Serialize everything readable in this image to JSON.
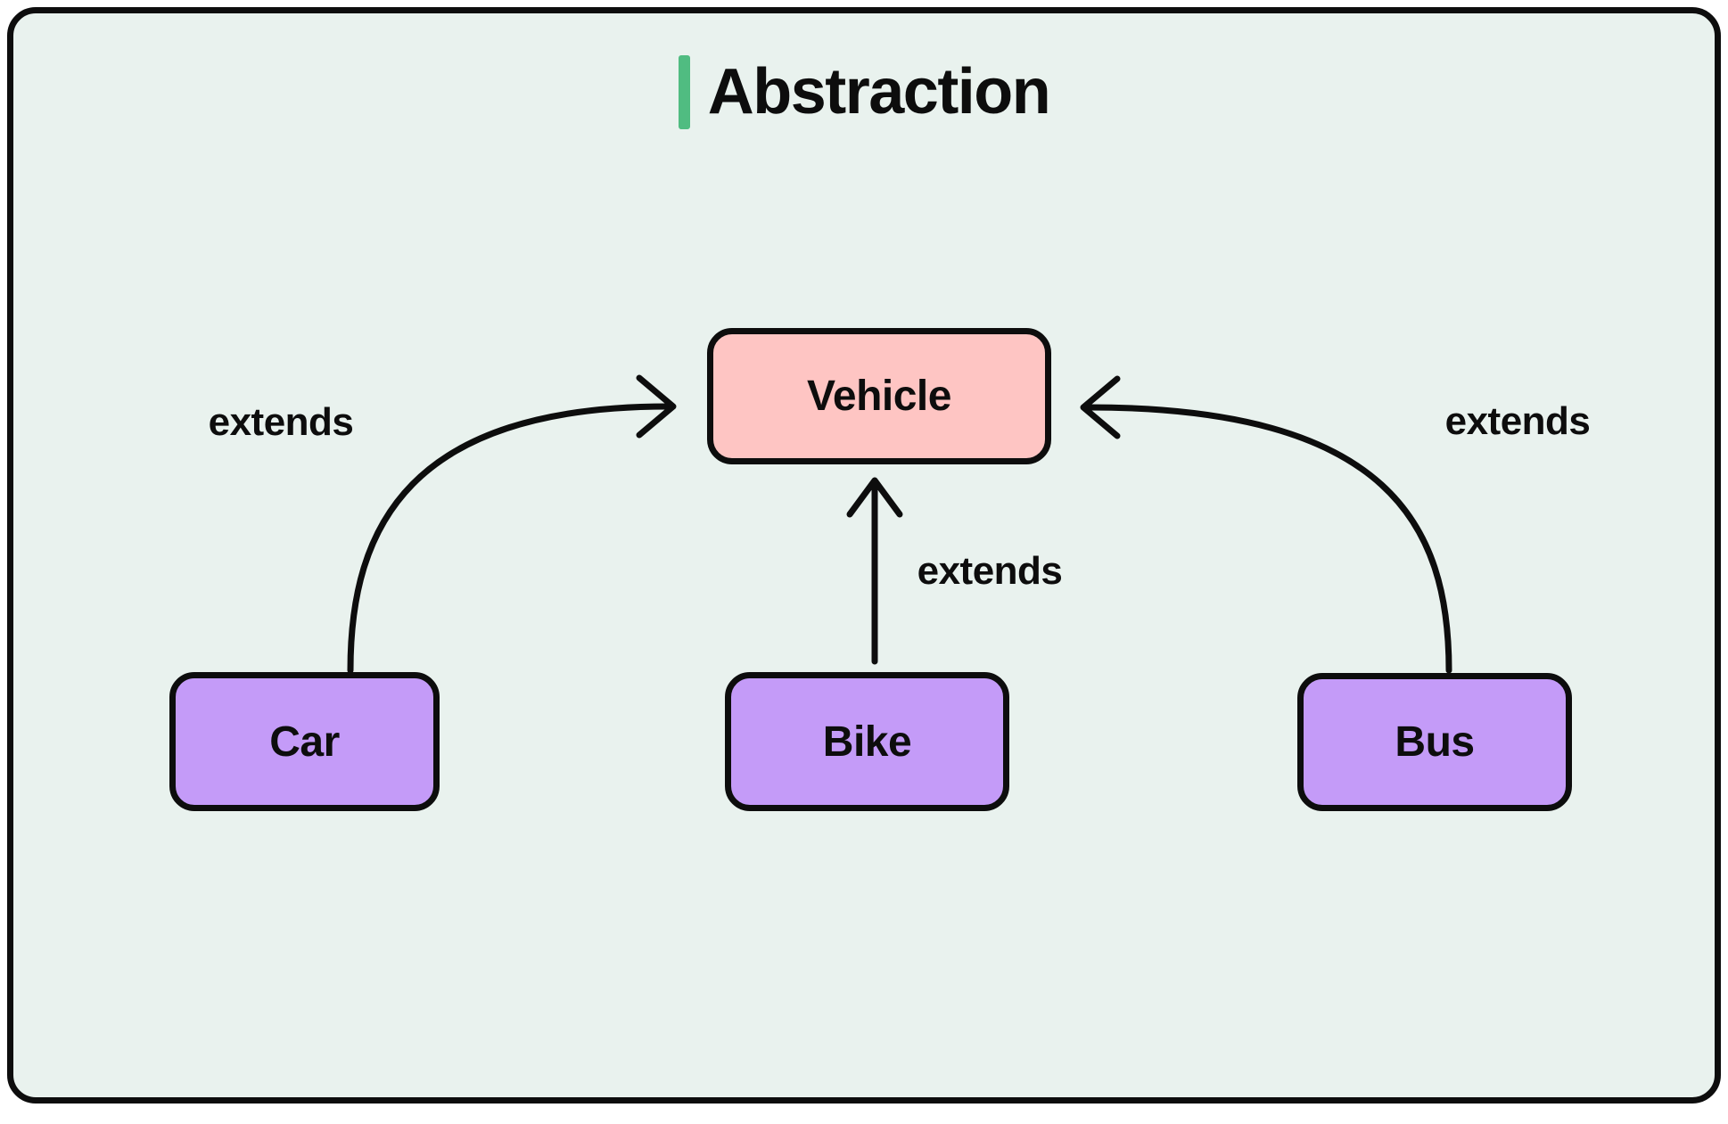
{
  "title": {
    "text": "Abstraction"
  },
  "colors": {
    "canvas_background": "#ffffff",
    "panel_background": "#e9f2ee",
    "ink": "#0d0d0d",
    "parent_node_fill": "#fec5c3",
    "child_node_fill": "#c49bf8",
    "title_accent": "#50bc81"
  },
  "diagram": {
    "parent": {
      "label": "Vehicle"
    },
    "children": [
      {
        "label": "Car"
      },
      {
        "label": "Bike"
      },
      {
        "label": "Bus"
      }
    ],
    "edges": [
      {
        "from": "Car",
        "to": "Vehicle",
        "label": "extends"
      },
      {
        "from": "Bike",
        "to": "Vehicle",
        "label": "extends"
      },
      {
        "from": "Bus",
        "to": "Vehicle",
        "label": "extends"
      }
    ]
  }
}
